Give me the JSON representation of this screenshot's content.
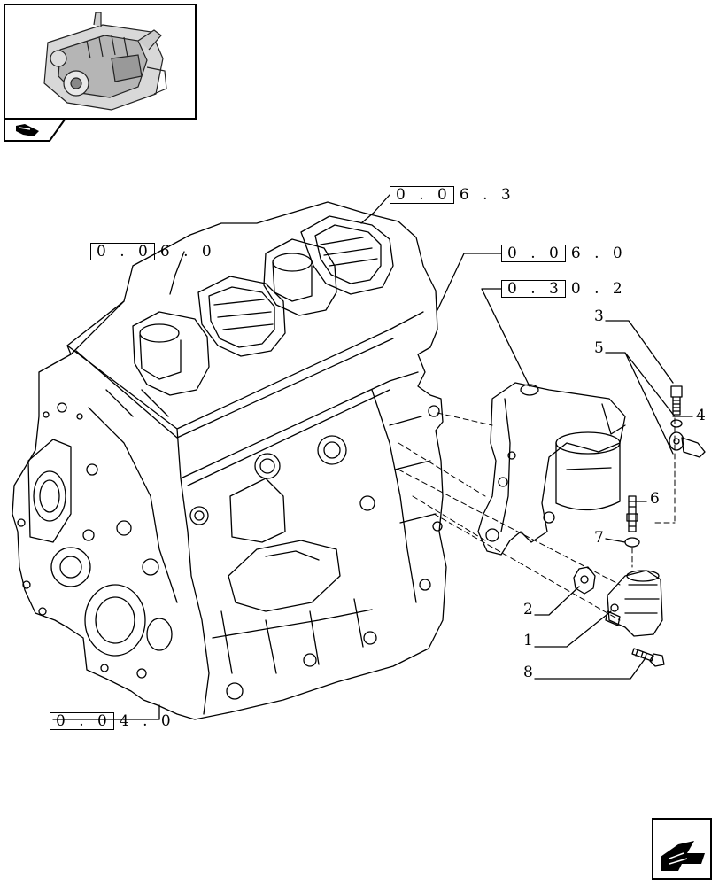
{
  "references": [
    {
      "boxed": "0 . 0",
      "rest": "6 . 3"
    },
    {
      "boxed": "0 . 0",
      "rest": "6 . 0"
    },
    {
      "boxed": "0 . 0",
      "rest": "6 . 0"
    },
    {
      "boxed": "0 . 3",
      "rest": "0 . 2"
    },
    {
      "boxed": "0 . 0",
      "rest": "4 . 0"
    }
  ],
  "callouts": [
    "1",
    "2",
    "3",
    "4",
    "5",
    "6",
    "7",
    "8"
  ],
  "icons": {
    "thumbnail": "engine-thumbnail-icon",
    "book_tab": "book-tab-icon",
    "navigation": "next-page-arrow-icon"
  },
  "colors": {
    "line": "#000000",
    "background": "#ffffff"
  }
}
